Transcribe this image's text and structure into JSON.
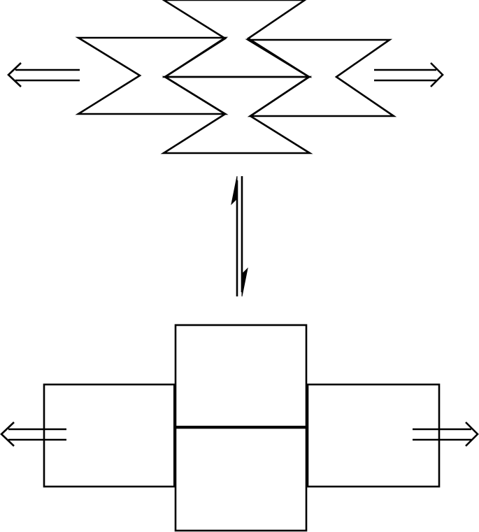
{
  "diagram": {
    "kind": "mechanism schematic",
    "colors": {
      "stroke": "#000000",
      "background": "#ffffff"
    },
    "top_assembly": {
      "name": "interlocking-zigzag-assembly",
      "pulls": [
        "outward-left",
        "outward-right"
      ]
    },
    "transition": {
      "name": "reversible-equilibrium-arrows",
      "directions": [
        "up",
        "down"
      ]
    },
    "bottom_assembly": {
      "name": "block-assembly",
      "pulls": [
        "outward-left",
        "outward-right"
      ]
    },
    "icons": {
      "left_arrow": "double-line-arrow-left-icon",
      "right_arrow": "double-line-arrow-right-icon",
      "equilibrium": "equilibrium-harpoon-icon"
    }
  }
}
